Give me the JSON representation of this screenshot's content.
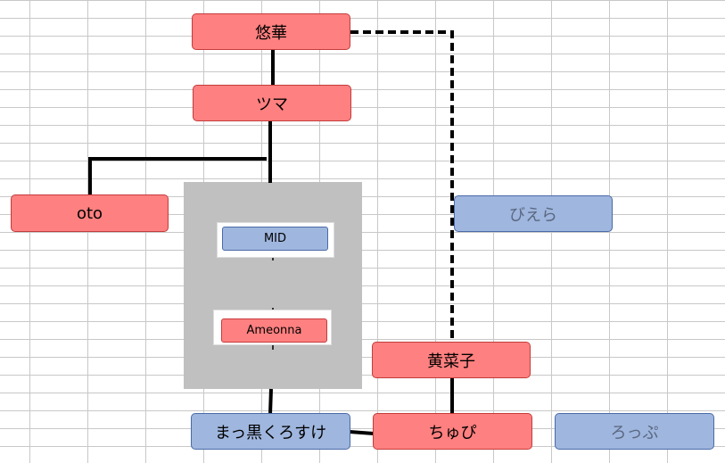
{
  "diagram": {
    "nodes": {
      "yuuka": "悠華",
      "tsuma": "ツマ",
      "oto": "oto",
      "mid": "MID",
      "ameonna": "Ameonna",
      "biera": "びえら",
      "kinako": "黄菜子",
      "makkuro": "まっ黒くろすけ",
      "chupi": "ちゅぴ",
      "roppu": "ろっぷ"
    }
  },
  "colors": {
    "red_fill": "#ff8080",
    "blue_fill": "#9fb6de",
    "panel_gray": "#c0c0c0",
    "connector": "#000000"
  }
}
